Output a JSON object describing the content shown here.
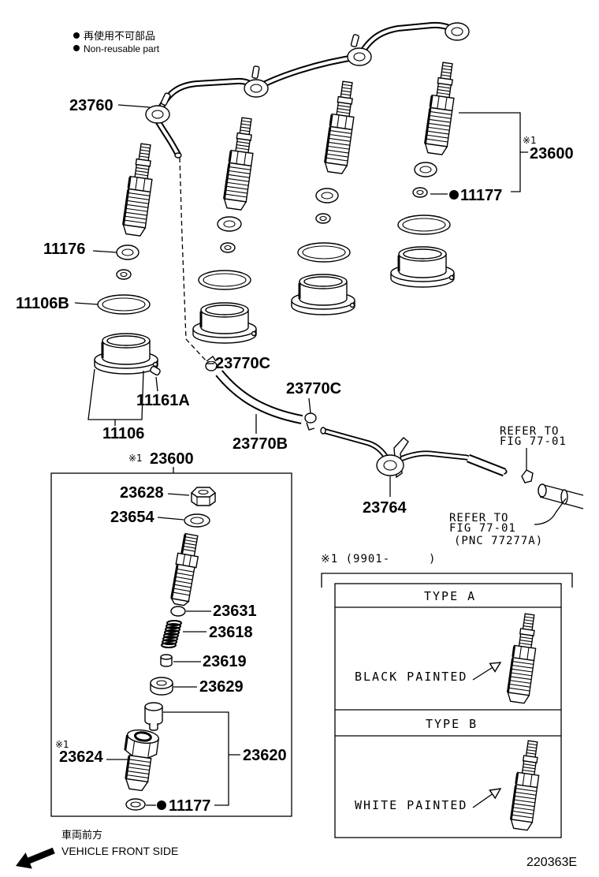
{
  "legend": {
    "non_reusable_jp": "再使用不可部品",
    "non_reusable_en": "Non-reusable part"
  },
  "callouts": {
    "label_23760": "23760",
    "label_23600_mark": "※1",
    "label_23600": "23600",
    "label_11177_top": "11177",
    "label_11176": "11176",
    "label_11106B": "11106B",
    "label_23770C_left": "23770C",
    "label_23770C_right": "23770C",
    "label_11161A": "11161A",
    "label_11106": "11106",
    "label_23770B": "23770B",
    "label_23764": "23764"
  },
  "references": {
    "upper": [
      "REFER TO",
      "FIG 77-01"
    ],
    "lower": [
      "REFER TO",
      "FIG 77-01",
      "(PNC 77277A)"
    ]
  },
  "assembly_box": {
    "mark": "※1",
    "part_no": "23600",
    "label_23628": "23628",
    "label_23654": "23654",
    "label_23631": "23631",
    "label_23618": "23618",
    "label_23619": "23619",
    "label_23629": "23629",
    "label_23624_mark": "※1",
    "label_23624": "23624",
    "label_23620": "23620",
    "label_11177": "11177"
  },
  "types_panel": {
    "header": "※1 (9901-",
    "header_close": ")",
    "type_a": "TYPE A",
    "type_a_note": "BLACK PAINTED",
    "type_b": "TYPE B",
    "type_b_note": "WHITE PAINTED"
  },
  "footer": {
    "direction_jp": "車両前方",
    "direction_en": "VEHICLE FRONT SIDE",
    "drawing_code": "220363E"
  }
}
